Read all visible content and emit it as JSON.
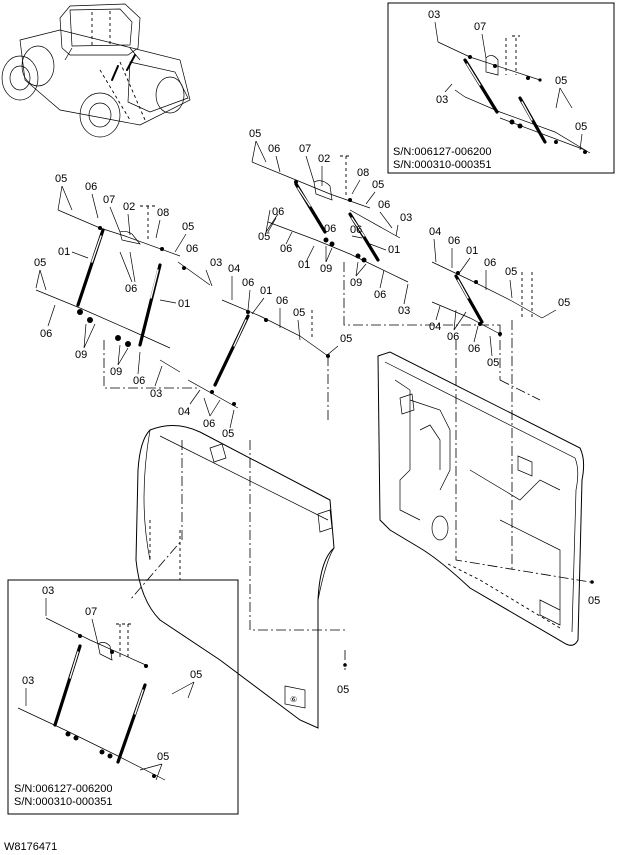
{
  "callouts": {
    "c01": "01",
    "c02": "02",
    "c03": "03",
    "c04": "04",
    "c05": "05",
    "c06": "06",
    "c07": "07",
    "c08": "08",
    "c09": "09"
  },
  "inset_top_right": {
    "serial_line_1": "S/N:006127-006200",
    "serial_line_2": "S/N:000310-000351"
  },
  "inset_bottom_left": {
    "serial_line_1": "S/N:006127-006200",
    "serial_line_2": "S/N:000310-000351"
  },
  "drawing_number": "W8176471"
}
